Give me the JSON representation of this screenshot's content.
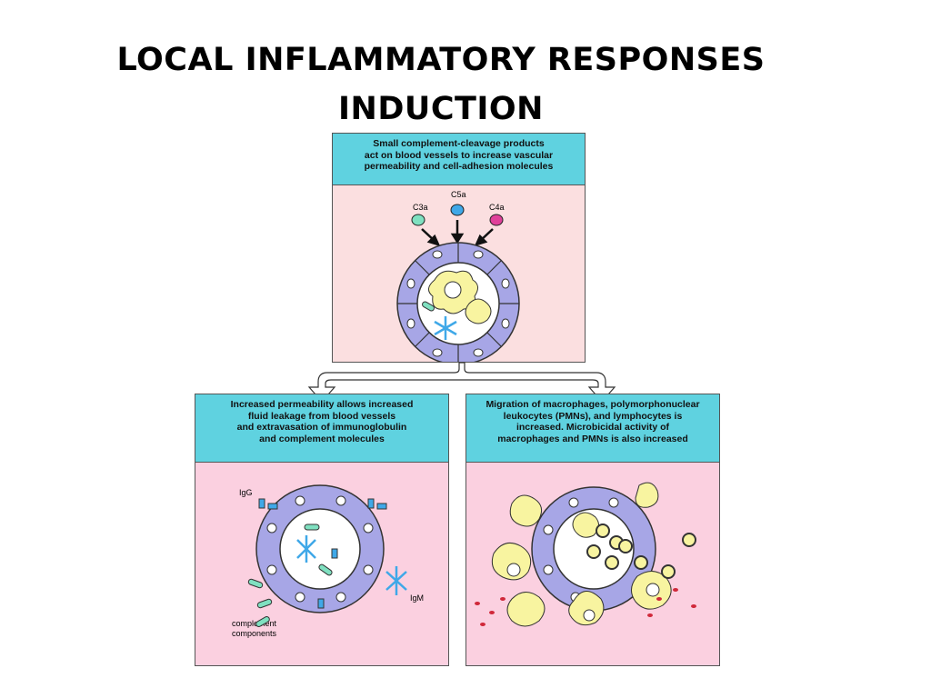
{
  "title": {
    "line1": "LOCAL INFLAMMATORY RESPONSES",
    "line2": "INDUCTION"
  },
  "top_panel": {
    "header": "Small complement-cleavage products\nact on blood vessels to increase vascular\npermeability and cell-adhesion molecules",
    "labels": {
      "c3a": "C3a",
      "c5a": "C5a",
      "c4a": "C4a"
    }
  },
  "left_panel": {
    "header": "Increased permeability allows increased\nfluid leakage from blood vessels\nand extravasation of immunoglobulin\nand complement molecules",
    "labels": {
      "igg": "IgG",
      "igm": "IgM",
      "complement": "complement\ncomponents"
    }
  },
  "right_panel": {
    "header": "Migration of macrophages, polymorphonuclear\nleukocytes (PMNs), and lymphocytes is\nincreased. Microbicidal activity of\nmacrophages and PMNs is also increased"
  },
  "colors": {
    "header_bg": "#5fd2e0",
    "c3a": "#7fe0c0",
    "c5a": "#3fa8e8",
    "c4a": "#e0409a",
    "vessel_cell": "#a7a6e6",
    "macrophage": "#f8f4a0"
  }
}
